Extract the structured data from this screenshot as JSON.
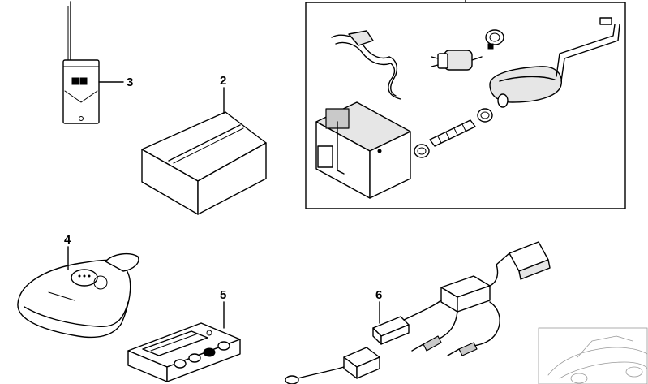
{
  "callouts": {
    "c2": "2",
    "c3": "3",
    "c4": "4",
    "c5": "5",
    "c6": "6"
  },
  "icons": {
    "antenna_remote": "remote-transmitter-icon",
    "box": "package-box-icon",
    "heater_kit": "auxiliary-heater-kit-icon",
    "key_fob": "remote-key-fob-icon",
    "timer": "timer-control-icon",
    "harness": "diagnostic-cable-icon",
    "car": "vehicle-thumbnail-icon"
  }
}
